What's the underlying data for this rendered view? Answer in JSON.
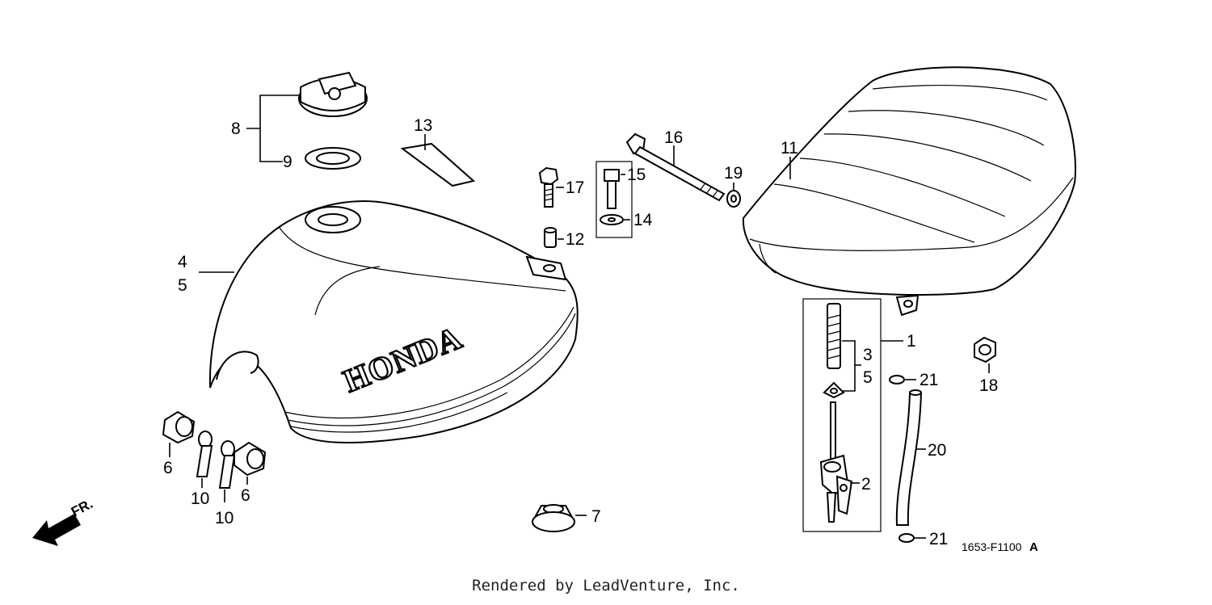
{
  "diagram_code": "1653-F1100",
  "diagram_suffix": "A",
  "direction_label": "FR.",
  "brand_text": "HONDA",
  "footer": "Rendered by LeadVenture, Inc.",
  "callouts": {
    "c1": "1",
    "c2": "2",
    "c3": "3",
    "c4": "4",
    "c5a": "5",
    "c5b": "5",
    "c6a": "6",
    "c6b": "6",
    "c7": "7",
    "c8": "8",
    "c9": "9",
    "c10a": "10",
    "c10b": "10",
    "c11": "11",
    "c12": "12",
    "c13": "13",
    "c14": "14",
    "c15": "15",
    "c16": "16",
    "c17": "17",
    "c18": "18",
    "c19": "19",
    "c20": "20",
    "c21a": "21",
    "c21b": "21"
  }
}
